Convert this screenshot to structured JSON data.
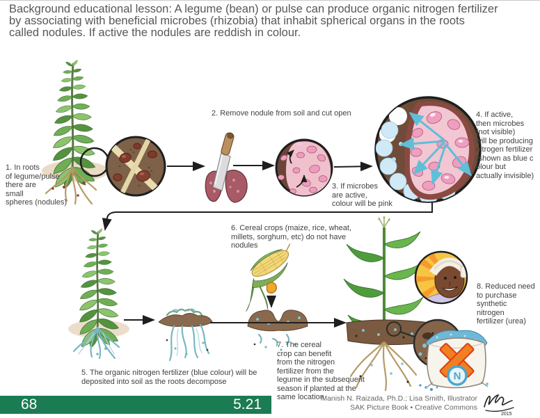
{
  "header": {
    "text": "Background educational lesson: A legume (bean) or pulse can produce organic nitrogen fertilizer\nby associating with beneficial microbes (rhizobia) that inhabit spherical organs in the roots\ncalled nodules. If active the nodules are reddish in colour."
  },
  "steps": [
    {
      "id": 1,
      "text": "1. In roots\nof legume/pulse\nthere are\nsmall\nspheres (nodules)"
    },
    {
      "id": 2,
      "text": "2. Remove nodule from soil and cut open"
    },
    {
      "id": 3,
      "text": "3. If microbes\nare active,\ncolour will be pink"
    },
    {
      "id": 4,
      "text": "4. If active,\nthen microbes\n(not visible)\nwill be producing\nnitrogen fertilizer\n(shown as blue c\nolour but\nactually invisible)"
    },
    {
      "id": 5,
      "text": "5. The organic nitrogen fertilizer (blue colour) will be\ndeposited into soil as the roots decompose"
    },
    {
      "id": 6,
      "text": "6. Cereal crops (maize, rice, wheat,\nmillets, sorghum, etc) do not have\nnodules"
    },
    {
      "id": 7,
      "text": "7. The cereal\ncrop can benefit\nfrom the nitrogen\nfertilizer from the\nlegume in the subsequent\nseason if planted at the\nsame location"
    },
    {
      "id": 8,
      "text": "8. Reduced need\nto purchase\nsynthetic\nnitrogen\nfertilizer (urea)"
    }
  ],
  "fertilizer_bag": {
    "label": "N"
  },
  "footer": {
    "page_number": "68",
    "figure_number": "5.21",
    "credit_line1": "Manish N. Raizada, Ph.D.; Lisa Smith, Illustrator",
    "credit_line2": "SAK Picture Book • Creative Commons",
    "signature_year": "2015"
  },
  "colors": {
    "footer_green": "#1b7b52",
    "fertilizer_blue": "#5fbed8",
    "nodule_pink": "#ee9cbe",
    "warning_orange": "#ef7a1a"
  },
  "illustrations": {
    "legume_plant": "legume/pulse plant",
    "root_nodules_magnified": "magnified roots with small sphere nodules",
    "knife_cutting_nodule": "knife cutting a nodule open",
    "cut_nodule_pink": "cut-open nodule with pink interior",
    "active_nodule_fertilizer": "active nodule producing blue nitrogen fertilizer",
    "decomposing_roots": "decomposing roots releasing blue fertilizer into soil",
    "maize_cob_seed": "maize cob with seed planted into soil",
    "maize_plant": "maize plant growing in fertilized soil",
    "happy_farmer": "smiling farmer",
    "fertilizer_bag_crossed": "urea fertilizer bag crossed out"
  }
}
